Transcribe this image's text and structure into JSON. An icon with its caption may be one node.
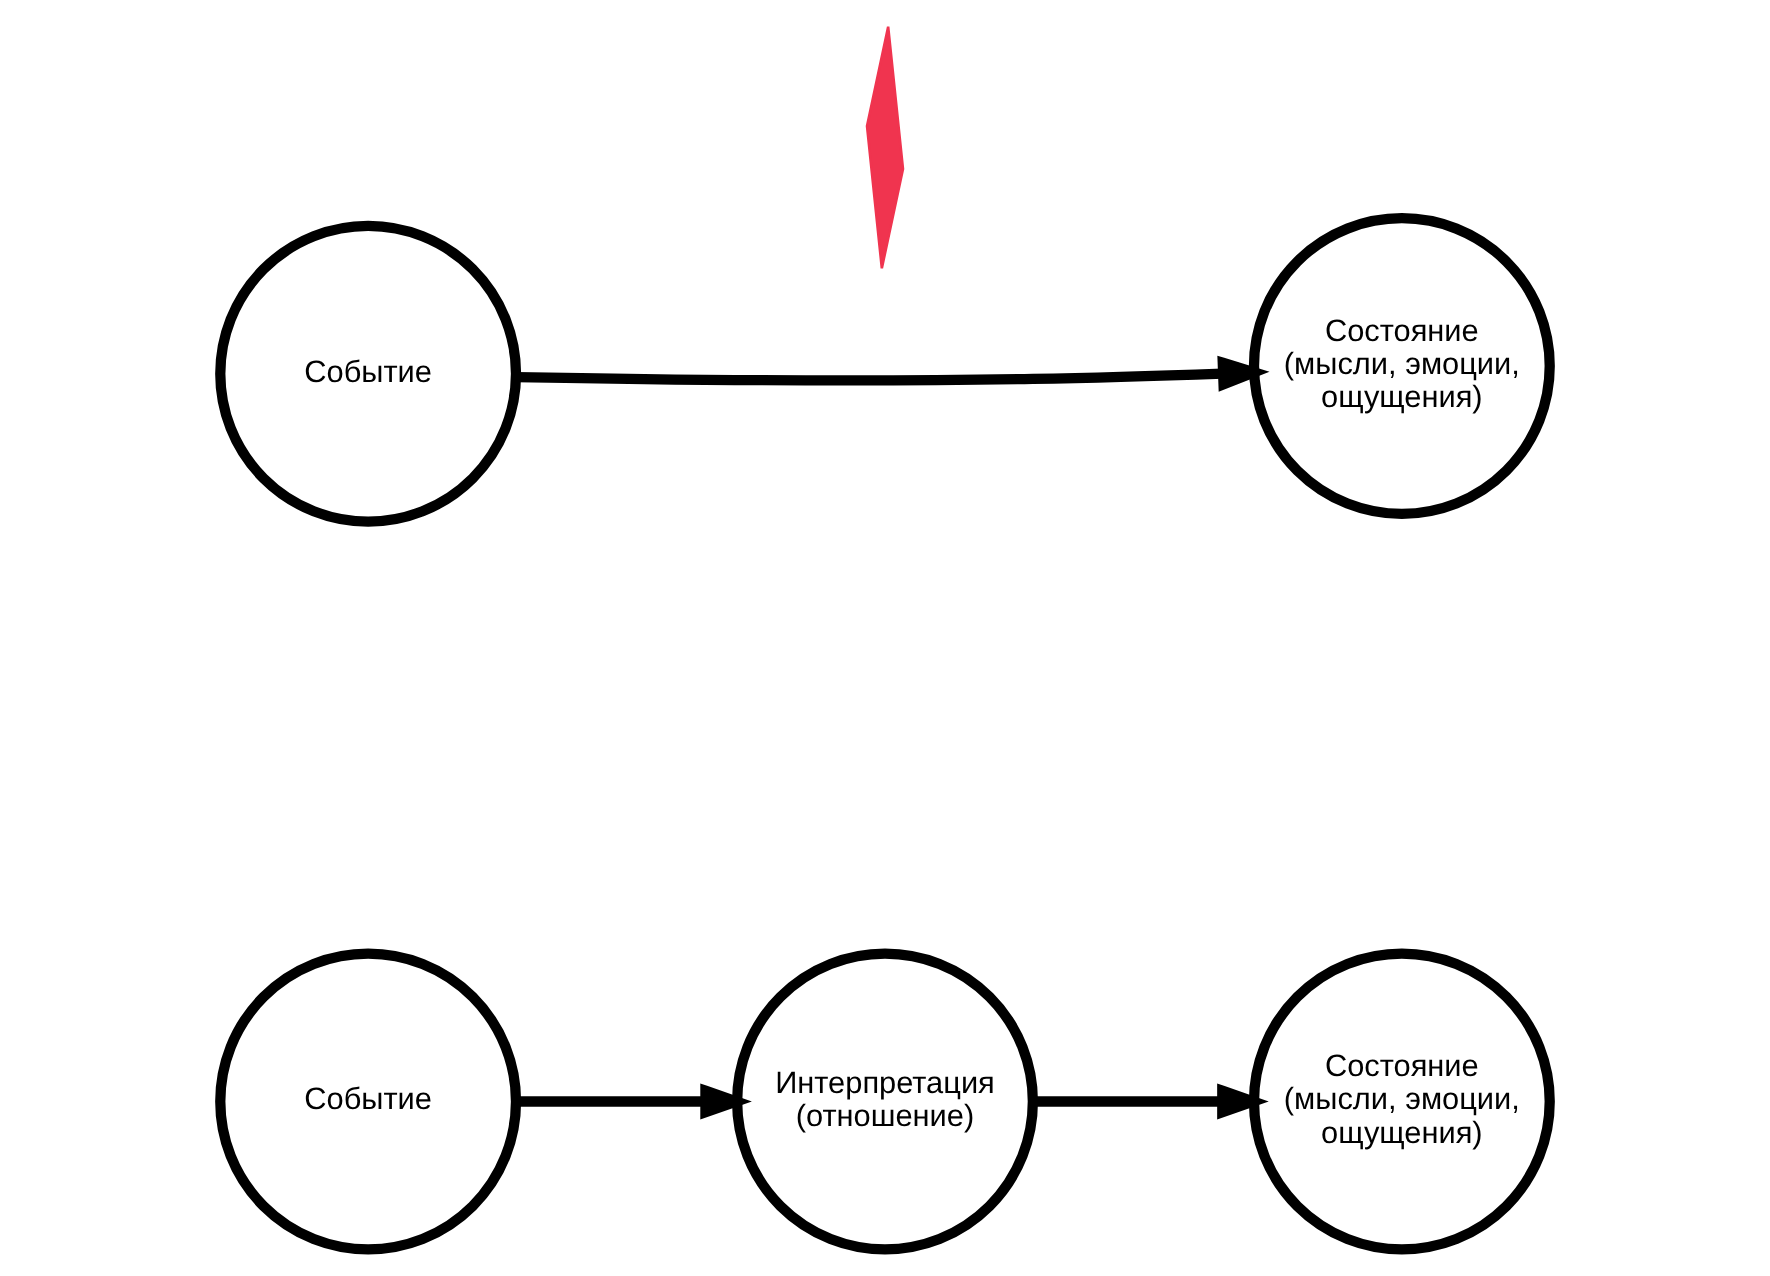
{
  "diagram": {
    "nodes": [
      {
        "text": [
          "Событие"
        ]
      },
      {
        "text": [],
        "shape": "cross"
      },
      {
        "text": [
          "Состояние (мысли, эмоции, ощущения)"
        ]
      },
      {
        "text": [
          "Событие"
        ]
      },
      {
        "text": [
          "Интерпретация (отношение)"
        ]
      },
      {
        "text": [
          "Состояние (мысли, эмоции, ощущения)"
        ]
      }
    ],
    "edges": [
      {
        "from": 0,
        "to": 2,
        "arrow": "to"
      },
      {
        "from": 3,
        "to": 4,
        "arrow": "to"
      },
      {
        "from": 4,
        "to": 5,
        "arrow": "to"
      }
    ]
  }
}
